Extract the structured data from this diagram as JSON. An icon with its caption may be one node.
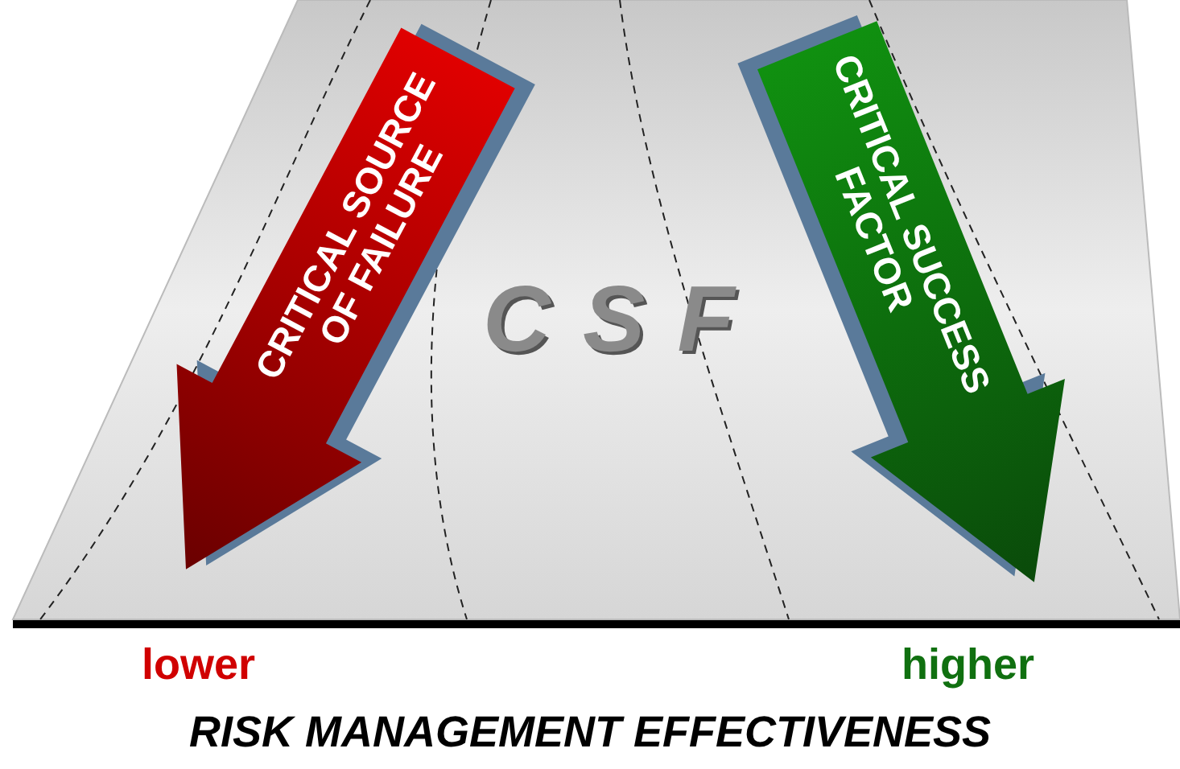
{
  "diagram": {
    "caption": "RISK MANAGEMENT EFFECTIVENESS",
    "nodes": [
      {
        "text": [
          "CRITICAL SOURCE OF FAILURE"
        ]
      },
      {
        "text": [
          "CRITICAL SUCCESS FACTOR"
        ]
      }
    ],
    "labels": [
      "C S F",
      "lower",
      "higher"
    ]
  }
}
